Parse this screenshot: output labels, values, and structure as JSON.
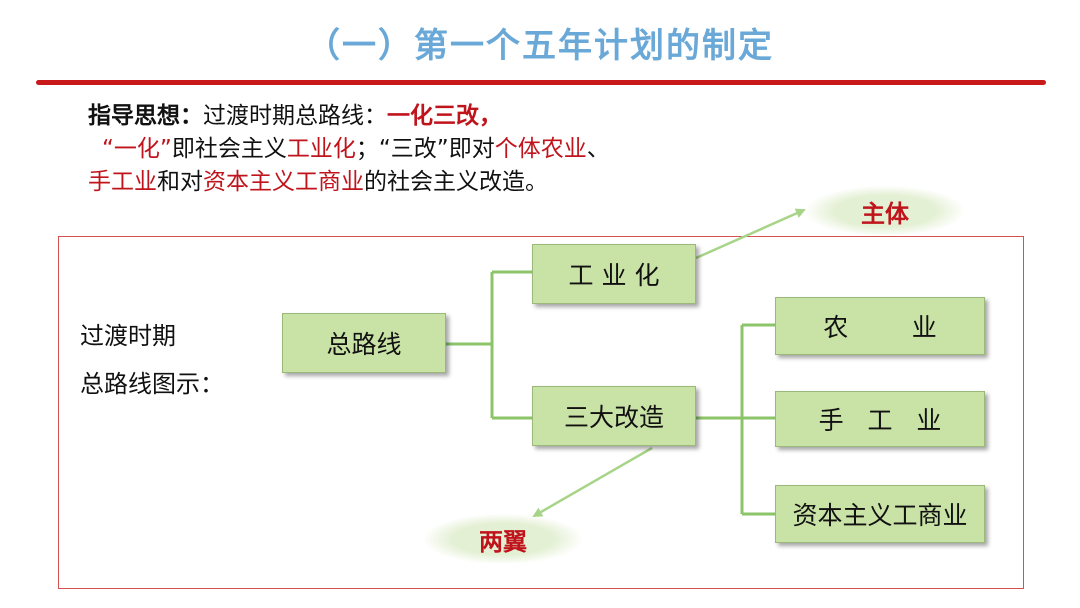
{
  "title": "（一）第一个五年计划的制定",
  "intro": {
    "label": "指导思想：",
    "t1": "过渡时期总路线：",
    "t2": "一化三改，",
    "t3": "“一化”",
    "t4": "即社会主义",
    "t5": "工业化",
    "t6": "；“三改”",
    "t7": "即对",
    "t8": "个体农业",
    "t9": "、",
    "t10": "手工业",
    "t11": "和对",
    "t12": "资本主义工商业",
    "t13": "的社会主义改造。"
  },
  "diagram": {
    "side_label_1": "过渡时期",
    "side_label_2": "总路线图示：",
    "root": "总路线",
    "industrialization": "工 业 化",
    "three_reforms": "三大改造",
    "agriculture": "农        业",
    "handicraft": "手   工   业",
    "capitalist": "资本主义工商业",
    "main_body": "主体",
    "two_wings": "两翼"
  },
  "colors": {
    "title": "#6aa8d8",
    "accent_red": "#c0141c",
    "box_fill": "#c9e2a6",
    "connector": "#8cc46a"
  }
}
